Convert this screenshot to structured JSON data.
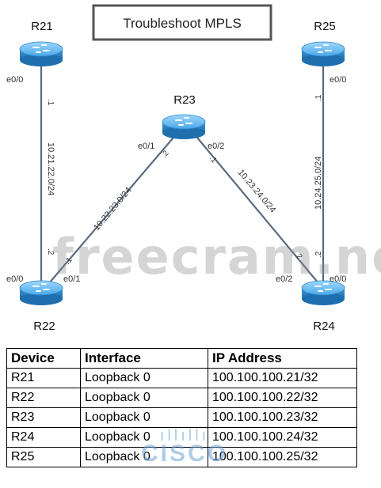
{
  "title": "Troubleshoot MPLS",
  "routers": {
    "r21": "R21",
    "r22": "R22",
    "r23": "R23",
    "r24": "R24",
    "r25": "R25"
  },
  "interfaces": {
    "r21_e00": "e0/0",
    "r25_e00": "e0/0",
    "r23_e01": "e0/1",
    "r23_e02": "e0/2",
    "r22_e00": "e0/0",
    "r22_e01": "e0/1",
    "r24_e02": "e0/2",
    "r24_e00": "e0/0"
  },
  "links": {
    "r21_r22": {
      "subnet": "10.21.22.0/24",
      "end_a": ".1",
      "end_b": ".2"
    },
    "r22_r23": {
      "subnet": "10.22.23.0/24",
      "end_a": ".1",
      "end_b": ".2"
    },
    "r23_r24": {
      "subnet": "10.23.24.0/24",
      "end_a": ".1",
      "end_b": ".2"
    },
    "r24_r25": {
      "subnet": "10.24.25.0/24",
      "end_a": ".2",
      "end_b": ".1"
    }
  },
  "watermark": "freecram.net",
  "logo_text": "CISCO",
  "table": {
    "headers": [
      "Device",
      "Interface",
      "IP Address"
    ],
    "rows": [
      [
        "R21",
        "Loopback 0",
        "100.100.100.21/32"
      ],
      [
        "R22",
        "Loopback 0",
        "100.100.100.22/32"
      ],
      [
        "R23",
        "Loopback 0",
        "100.100.100.23/32"
      ],
      [
        "R24",
        "Loopback 0",
        "100.100.100.24/32"
      ],
      [
        "R25",
        "Loopback 0",
        "100.100.100.25/32"
      ]
    ]
  },
  "colors": {
    "router": "#4aa8e8",
    "link": "#5a6b80"
  }
}
